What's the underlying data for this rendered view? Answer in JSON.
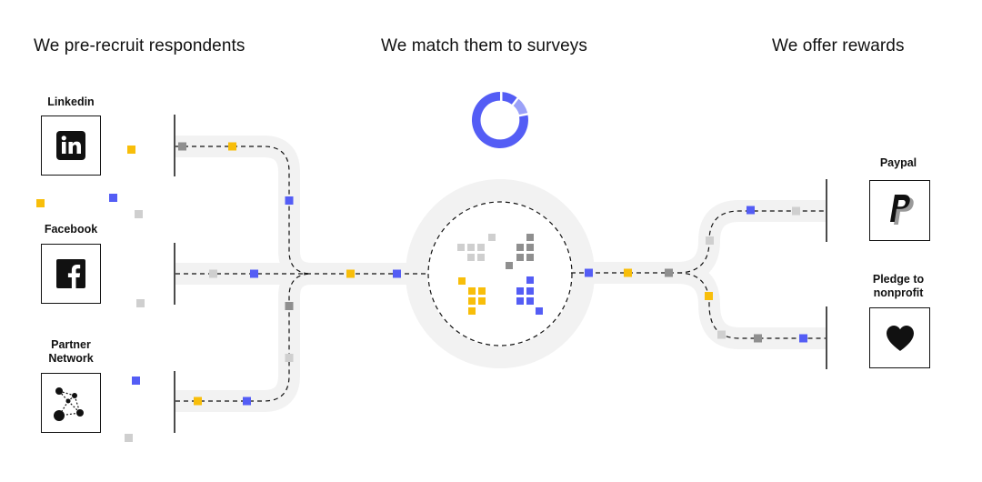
{
  "headings": {
    "left": "We pre-recruit respondents",
    "middle": "We match them to surveys",
    "right": "We offer rewards"
  },
  "sources": [
    {
      "label": "Linkedin",
      "icon": "linkedin-icon"
    },
    {
      "label": "Facebook",
      "icon": "facebook-icon"
    },
    {
      "label": "Partner Network",
      "icon": "network-icon"
    }
  ],
  "rewards": [
    {
      "label": "Paypal",
      "icon": "paypal-icon"
    },
    {
      "label": "Pledge to nonprofit",
      "icon": "heart-icon"
    }
  ],
  "colors": {
    "track": "#f2f2f2",
    "dash": "#111111",
    "yellow": "#f8be0a",
    "blue": "#545df5",
    "gray": "#8f8f8f",
    "light_gray": "#cfcfcf",
    "donut": "#545df5",
    "donut_light": "#9ba1f8"
  }
}
